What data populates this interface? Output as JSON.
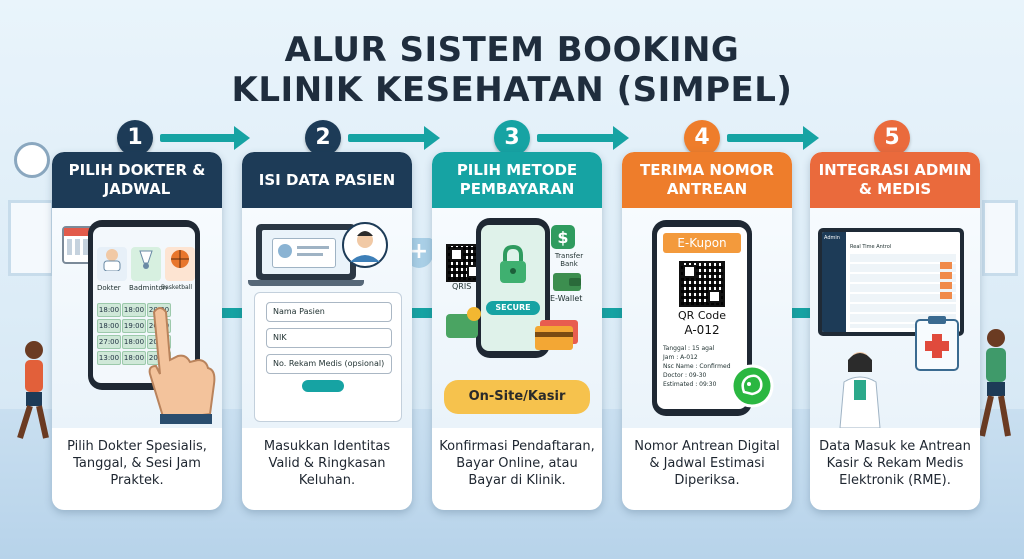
{
  "title_line1": "ALUR SISTEM BOOKING",
  "title_line2": "KLINIK KESEHATAN (SIMPEL)",
  "colors": {
    "step1": "#1d3b57",
    "step2": "#1d3b57",
    "step3": "#16a3a3",
    "step4": "#ee7d2b",
    "step5": "#ea6a3c",
    "arrow": "#16a3a3"
  },
  "steps": [
    {
      "number": "1",
      "title": "PILIH DOKTER & JADWAL",
      "caption": "Pilih Dokter Spesialis, Tanggal, & Sesi Jam Praktek."
    },
    {
      "number": "2",
      "title": "ISI DATA PASIEN",
      "caption": "Masukkan Identitas Valid & Ringkasan Keluhan."
    },
    {
      "number": "3",
      "title": "PILIH METODE PEMBAYARAN",
      "caption": "Konfirmasi Pendaftaran, Bayar Online, atau Bayar di Klinik."
    },
    {
      "number": "4",
      "title": "TERIMA NOMOR ANTREAN",
      "caption": "Nomor Antrean Digital & Jadwal Estimasi Diperiksa."
    },
    {
      "number": "5",
      "title": "INTEGRASI ADMIN & MEDIS",
      "caption": "Data Masuk ke Antrean Kasir & Rekam Medis Elektronik (RME)."
    }
  ],
  "step1_screen": {
    "categories": [
      "Dokter",
      "Badminton",
      "Basketball"
    ],
    "times": [
      "18:00",
      "18:00",
      "20:00",
      "18:00",
      "19:00",
      "20:00",
      "27:00",
      "18:00",
      "20:00",
      "13:00",
      "18:00",
      "20:00"
    ]
  },
  "step2_form": {
    "fields": [
      "Nama Pasien",
      "NIK",
      "No. Rekam Medis (opsional)"
    ]
  },
  "step3_pay": {
    "qris": "QRIS",
    "transfer": "Transfer Bank",
    "ewallet": "E-Wallet",
    "secure": "SECURE",
    "onsite": "On-Site/Kasir"
  },
  "step4_ticket": {
    "header": "E-Kupon",
    "qr_label": "QR Code",
    "queue_number": "A-012",
    "rows": [
      "Tanggal : 15 agal",
      "Jam : A-012",
      "Nsc Name : Confirmed",
      "Doctor : 09-30",
      "Estimated : 09:30"
    ]
  },
  "step5_admin": {
    "app_name": "Admin",
    "panel_title": "Real Time Antrol"
  }
}
